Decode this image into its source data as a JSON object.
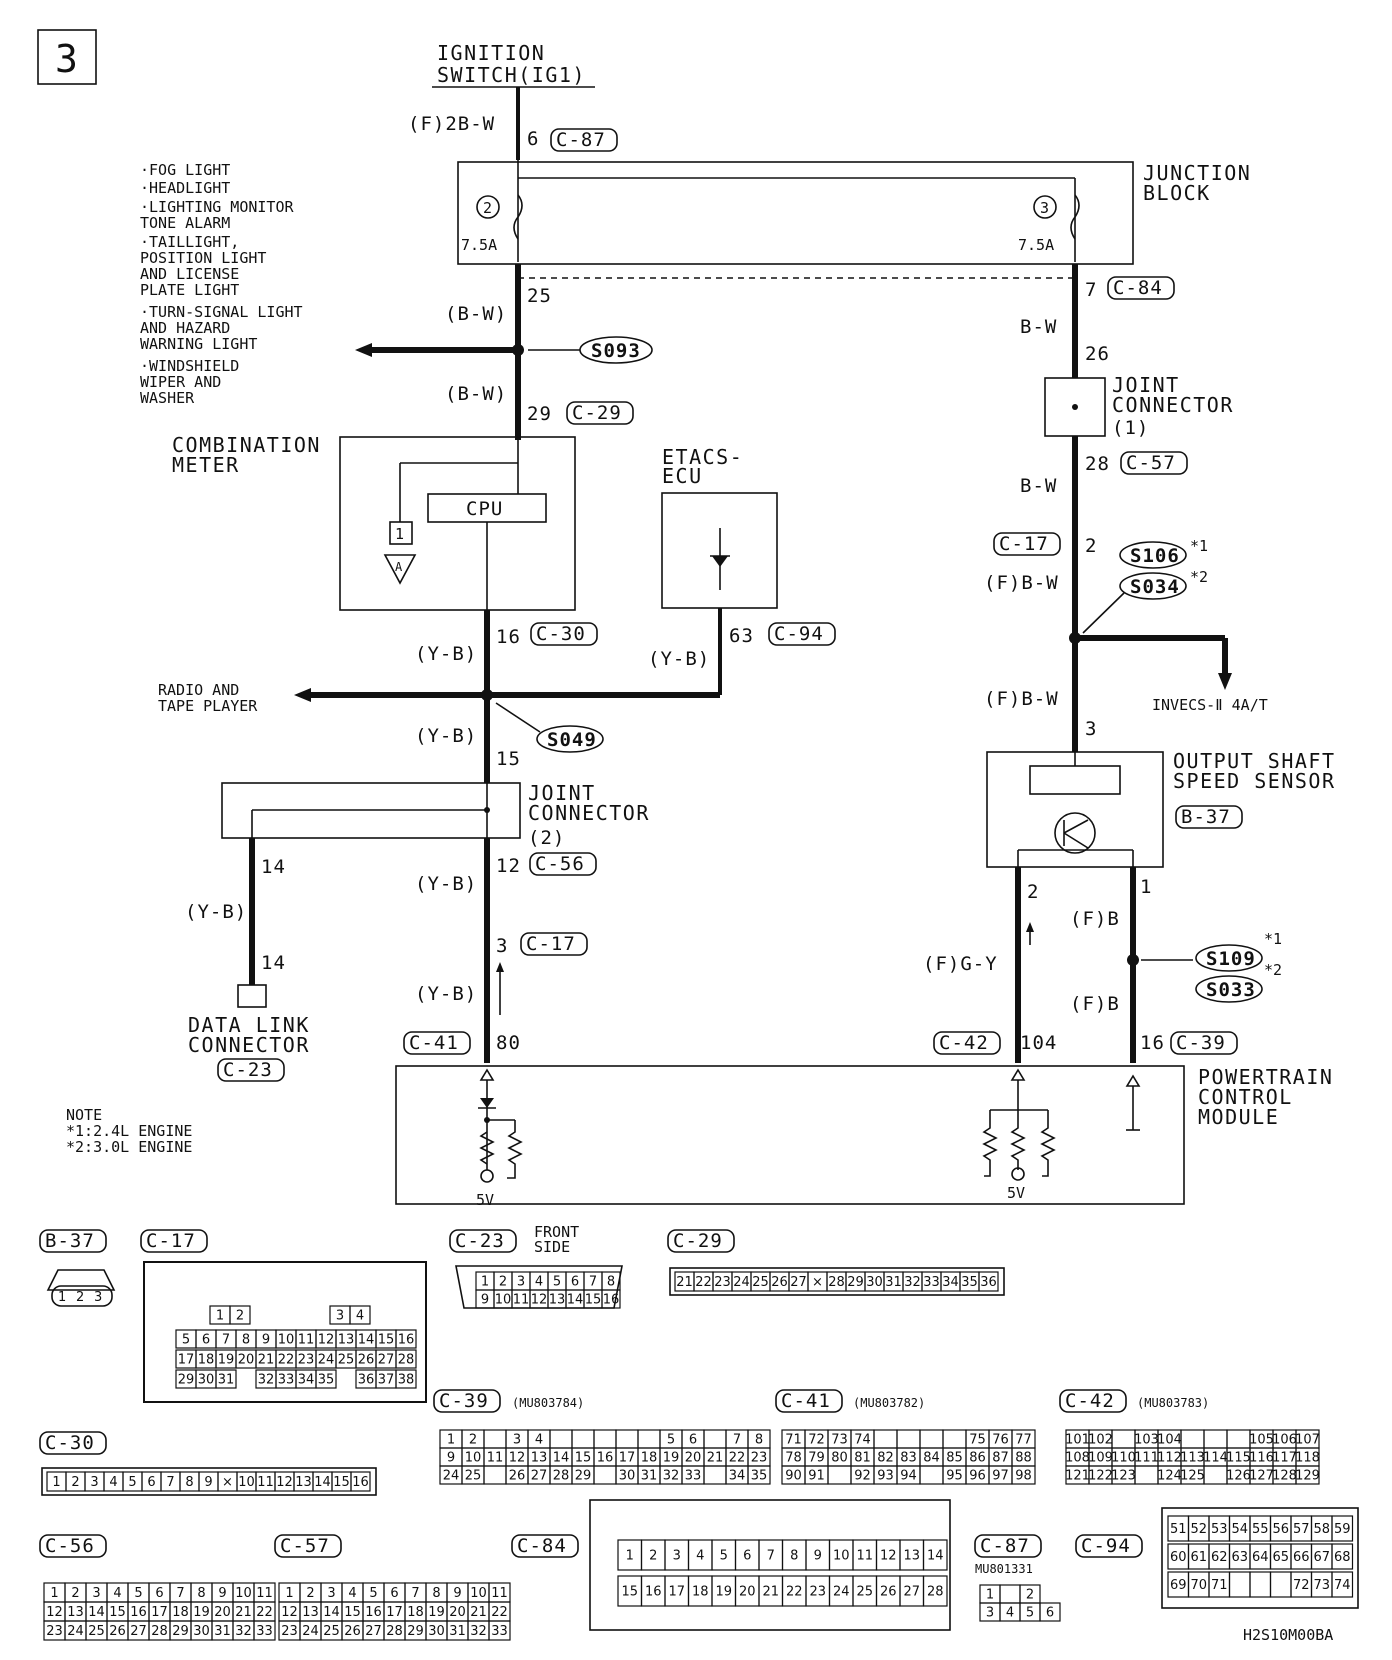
{
  "page_number": "3",
  "diagram_code": "H2S10M00BA",
  "ignition": {
    "line1": "IGNITION",
    "line2": "SWITCH(IG1)",
    "wire": "(F)2B-W",
    "pin": "6",
    "conn": "C-87"
  },
  "junction_block": {
    "label1": "JUNCTION",
    "label2": "BLOCK",
    "fuse_left_no": "2",
    "fuse_left_amp": "7.5A",
    "fuse_right_no": "3",
    "fuse_right_amp": "7.5A"
  },
  "branches_left": [
    "·FOG LIGHT",
    "·HEADLIGHT",
    "·LIGHTING MONITOR",
    " TONE ALARM",
    "·TAILLIGHT,",
    " POSITION LIGHT",
    " AND LICENSE",
    " PLATE LIGHT",
    "·TURN-SIGNAL LIGHT",
    " AND HAZARD",
    " WARNING LIGHT",
    "·WINDSHIELD",
    " WIPER AND",
    " WASHER"
  ],
  "left_circuit": {
    "pin25": "25",
    "wire_bw1": "(B-W)",
    "splice_s093": "S093",
    "wire_bw2": "(B-W)",
    "pin29": "29",
    "conn_c29": "C-29",
    "comb_meter1": "COMBINATION",
    "comb_meter2": "METER",
    "cpu": "CPU",
    "tag1": "1",
    "tag_a": "A",
    "etacs1": "ETACS-",
    "etacs2": "ECU",
    "pin16": "16",
    "conn_c30": "C-30",
    "wire_yb1": "(Y-B)",
    "pin63": "63",
    "conn_c94": "C-94",
    "wire_yb2": "(Y-B)",
    "radio1": "RADIO AND",
    "radio2": "TAPE PLAYER",
    "splice_s049": "S049",
    "wire_yb3": "(Y-B)",
    "pin15": "15",
    "jc2_1": "JOINT",
    "jc2_2": "CONNECTOR",
    "jc2_3": "(2)",
    "pin14a": "14",
    "wire_yb4": "(Y-B)",
    "pin14b": "14",
    "dlc1": "DATA LINK",
    "dlc2": "CONNECTOR",
    "conn_c23": "C-23",
    "pin12": "12",
    "conn_c56": "C-56",
    "wire_yb5": "(Y-B)",
    "pin3": "3",
    "conn_c17": "C-17",
    "wire_yb6": "(Y-B)",
    "conn_c41": "C-41",
    "pin80": "80"
  },
  "right_circuit": {
    "pin7": "7",
    "conn_c84": "C-84",
    "wire_bw": "B-W",
    "pin26": "26",
    "jc1_1": "JOINT",
    "jc1_2": "CONNECTOR",
    "jc1_3": "(1)",
    "pin28": "28",
    "conn_c57": "C-57",
    "wire_bw2": "B-W",
    "conn_c17": "C-17",
    "pin2": "2",
    "wire_fbw": "(F)B-W",
    "splice_s106": "S106",
    "star1": "*1",
    "splice_s034": "S034",
    "star2": "*2",
    "invecs": "INVECS-Ⅱ 4A/T",
    "wire_fbw2": "(F)B-W",
    "pin3": "3",
    "oss1": "OUTPUT SHAFT",
    "oss2": "SPEED SENSOR",
    "conn_b37": "B-37",
    "pin2b": "2",
    "pin1": "1",
    "wire_fb": "(F)B",
    "wire_fgy": "(F)G-Y",
    "splice_s109": "S109",
    "splice_s033": "S033",
    "wire_fb2": "(F)B",
    "conn_c42": "C-42",
    "pin104": "104",
    "pin16": "16",
    "conn_c39": "C-39"
  },
  "pcm": {
    "line1": "POWERTRAIN",
    "line2": "CONTROL",
    "line3": "MODULE",
    "v_left": "5V",
    "v_right": "5V"
  },
  "note": {
    "title": "NOTE",
    "n1": "*1:2.4L ENGINE",
    "n2": "*2:3.0L ENGINE"
  },
  "connectors": {
    "b37": {
      "name": "B-37",
      "pins": [
        "1",
        "2",
        "3"
      ]
    },
    "c17": {
      "name": "C-17"
    },
    "c23": {
      "name": "C-23",
      "side1": "FRONT",
      "side2": "SIDE",
      "row1": [
        "1",
        "2",
        "3",
        "4",
        "5",
        "6",
        "7",
        "8"
      ],
      "row2": [
        "9",
        "10",
        "11",
        "12",
        "13",
        "14",
        "15",
        "16"
      ]
    },
    "c29": {
      "name": "C-29",
      "pins": [
        "21",
        "22",
        "23",
        "24",
        "25",
        "26",
        "27",
        "×",
        "28",
        "29",
        "30",
        "31",
        "32",
        "33",
        "34",
        "35",
        "36"
      ]
    },
    "c30": {
      "name": "C-30",
      "pins": [
        "1",
        "2",
        "3",
        "4",
        "5",
        "6",
        "7",
        "8",
        "9",
        "×",
        "10",
        "11",
        "12",
        "13",
        "14",
        "15",
        "16"
      ]
    },
    "c39": {
      "name": "C-39",
      "part": "(MU803784)"
    },
    "c41": {
      "name": "C-41",
      "part": "(MU803782)"
    },
    "c42": {
      "name": "C-42",
      "part": "(MU803783)"
    },
    "c56": {
      "name": "C-56"
    },
    "c57": {
      "name": "C-57"
    },
    "c84": {
      "name": "C-84",
      "row1": [
        "1",
        "2",
        "3",
        "4",
        "5",
        "6",
        "7",
        "8",
        "9",
        "10",
        "11",
        "12",
        "13",
        "14"
      ],
      "row2": [
        "15",
        "16",
        "17",
        "18",
        "19",
        "20",
        "21",
        "22",
        "23",
        "24",
        "25",
        "26",
        "27",
        "28"
      ]
    },
    "c87": {
      "name": "C-87",
      "part": "MU801331",
      "row1": [
        "1",
        "",
        "2"
      ],
      "row2": [
        "3",
        "4",
        "5",
        "6"
      ]
    },
    "c94": {
      "name": "C-94",
      "row1": [
        "51",
        "52",
        "53",
        "54",
        "55",
        "56",
        "57",
        "58",
        "59"
      ],
      "row2": [
        "60",
        "61",
        "62",
        "63",
        "64",
        "65",
        "66",
        "67",
        "68"
      ],
      "row3": [
        "69",
        "70",
        "71",
        "",
        "",
        "",
        "72",
        "73",
        "74"
      ]
    }
  }
}
